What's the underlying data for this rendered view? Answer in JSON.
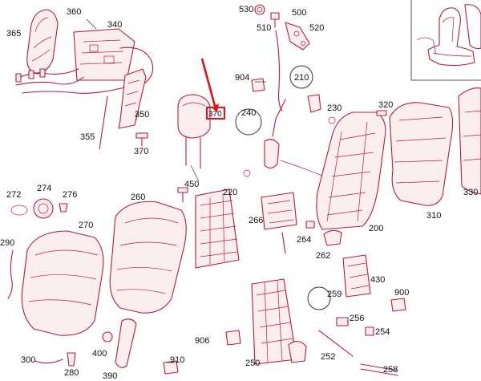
{
  "diagram": {
    "accent_color": "#e0121b",
    "part_color": "#b71c3c",
    "highlighted_label": "370",
    "labels": {
      "l360": "360",
      "l365": "365",
      "l340": "340",
      "l350": "350",
      "l355": "355",
      "l370": "370",
      "l370h": "370",
      "l530": "530",
      "l500": "500",
      "l510": "510",
      "l520": "520",
      "l904": "904",
      "l210": "210",
      "l240": "240",
      "l230": "230",
      "l320": "320",
      "l450": "450",
      "l220": "220",
      "l272": "272",
      "l274": "274",
      "l276": "276",
      "l260": "260",
      "l266": "266",
      "l200": "200",
      "l310": "310",
      "l330": "330",
      "l270": "270",
      "l290": "290",
      "l264": "264",
      "l262": "262",
      "l430": "430",
      "l900": "900",
      "l259": "259",
      "l256": "256",
      "l254": "254",
      "l906": "906",
      "l252": "252",
      "l250": "250",
      "l400": "400",
      "l910": "910",
      "l300": "300",
      "l280": "280",
      "l390": "390",
      "l258": "258"
    }
  }
}
